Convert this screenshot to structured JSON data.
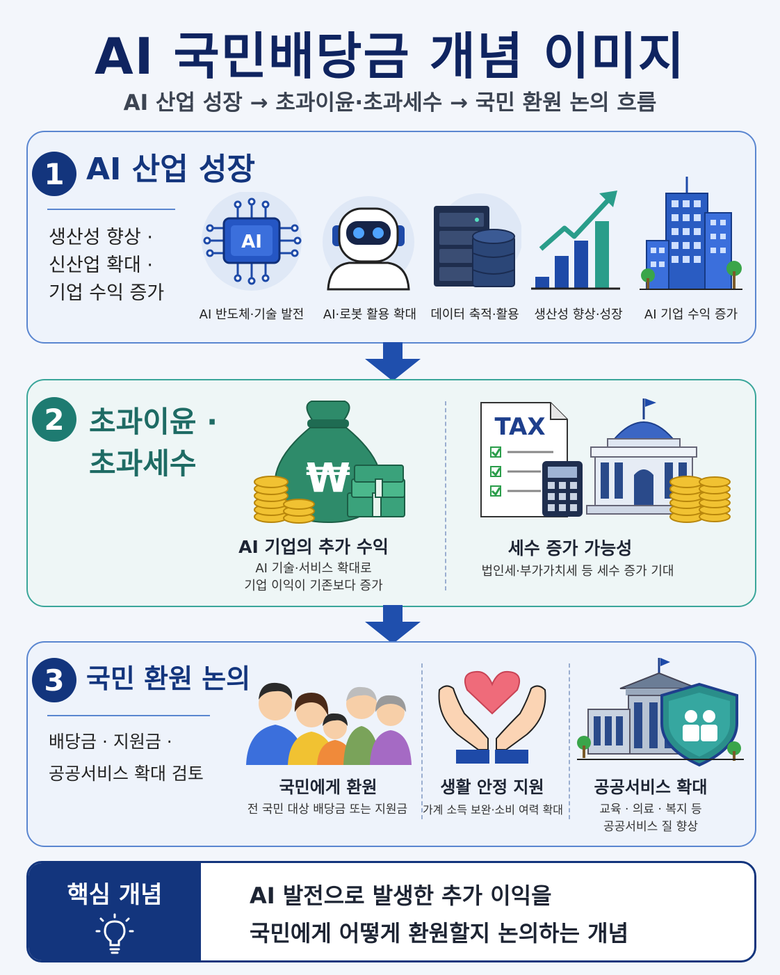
{
  "title": "AI 국민배당금 개념 이미지",
  "subtitle": "AI 산업 성장 → 초과이윤·초과세수 → 국민 환원 논의 흐름",
  "section1": {
    "number": "1",
    "title": "AI 산업 성장",
    "side_lines": [
      "생산성 향상 ·",
      "신산업 확대 ·",
      "기업 수익 증가"
    ],
    "items": [
      {
        "icon": "ai-chip-icon",
        "label": "AI 반도체·기술 발전"
      },
      {
        "icon": "robot-icon",
        "label": "AI·로봇 활용 확대"
      },
      {
        "icon": "server-database-icon",
        "label": "데이터 축적·활용"
      },
      {
        "icon": "growth-chart-icon",
        "label": "생산성 향상·성장"
      },
      {
        "icon": "office-buildings-icon",
        "label": "AI 기업 수익 증가"
      }
    ]
  },
  "section2": {
    "number": "2",
    "title_lines": [
      "초과이윤 ·",
      "초과세수"
    ],
    "left": {
      "icon": "money-bag-won-icon",
      "icon_text": "₩",
      "heading": "AI 기업의 추가 수익",
      "desc_lines": [
        "AI 기술·서비스 확대로",
        "기업 이익이 기존보다 증가"
      ]
    },
    "right": {
      "icon": "tax-document-government-icon",
      "icon_text": "TAX",
      "heading": "세수 증가 가능성",
      "desc_lines": [
        "법인세·부가가치세 등 세수 증가 기대"
      ]
    }
  },
  "section3": {
    "number": "3",
    "title": "국민 환원 논의",
    "side_lines": [
      "배당금 · 지원금 ·",
      "공공서비스 확대 검토"
    ],
    "items": [
      {
        "icon": "family-icon",
        "heading": "국민에게 환원",
        "desc_lines": [
          "전 국민 대상 배당금 또는 지원금"
        ]
      },
      {
        "icon": "hands-heart-icon",
        "heading": "생활 안정 지원",
        "desc_lines": [
          "가계 소득 보완·소비 여력 확대"
        ]
      },
      {
        "icon": "public-building-shield-icon",
        "heading": "공공서비스 확대",
        "desc_lines": [
          "교육 · 의료 · 복지 등",
          "공공서비스 질 향상"
        ]
      }
    ]
  },
  "core": {
    "label": "핵심 개념",
    "icon": "lightbulb-icon",
    "lines": [
      "AI 발전으로 발생한 추가 이익을",
      "국민에게 어떻게 환원할지 논의하는 개념"
    ]
  },
  "colors": {
    "navy": "#13357d",
    "teal": "#1e7b71",
    "green": "#2e8b6a",
    "gold": "#e8b730"
  }
}
